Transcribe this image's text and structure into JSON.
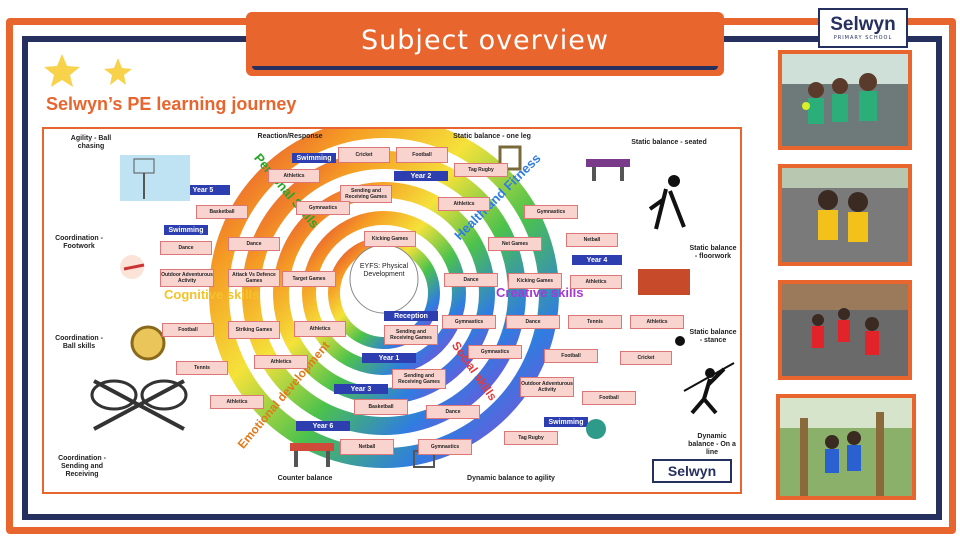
{
  "slide": {
    "title": "Subject overview",
    "subtitle": "Selwyn’s PE learning journey",
    "logo_text": "Selwyn",
    "logo_sub": "PRIMARY SCHOOL"
  },
  "diagram": {
    "center": "EYFS: Physical Development",
    "skills": [
      "Personal Skills",
      "Health and Fitness",
      "Cognitive skills",
      "Creative skills",
      "Emotional development",
      "Social skills"
    ],
    "years": [
      "Reception",
      "Year 1",
      "Year 2",
      "Year 3",
      "Year 4",
      "Year 5",
      "Year 6"
    ],
    "swimming": "Swimming",
    "corner_labels": [
      "Agility - Ball chasing",
      "Reaction/Response",
      "Static balance - one leg",
      "Static balance - seated",
      "Coordination - Footwork",
      "Static balance - floorwork",
      "Coordination - Ball skills",
      "Static balance - stance",
      "Coordination - Sending and Receiving",
      "Dynamic balance - On a line",
      "Counter balance",
      "Dynamic balance to agility"
    ],
    "activities": [
      "Cricket",
      "Football",
      "Athletics",
      "Sending and Receiving Games",
      "Tag Rugby",
      "Basketball",
      "Gymnastics",
      "Athletics",
      "Gymnastics",
      "Dance",
      "Dance",
      "Kicking Games",
      "Net Games",
      "Netball",
      "Outdoor Adventurous Activity",
      "Attack Vs Defence Games",
      "Target Games",
      "Dance",
      "Kicking Games",
      "Athletics",
      "Football",
      "Striking Games",
      "Athletics",
      "Gymnastics",
      "Dance",
      "Tennis",
      "Athletics",
      "Sending and Receiving Games",
      "Gymnastics",
      "Football",
      "Cricket",
      "Tennis",
      "Athletics",
      "Sending and Receiving Games",
      "Outdoor Adventurous Activity",
      "Football",
      "Athletics",
      "Basketball",
      "Dance",
      "Netball",
      "Gymnastics",
      "Tag Rugby"
    ],
    "logo_text": "Selwyn"
  },
  "colors": {
    "accent": "#e8652e",
    "navy": "#26305f"
  }
}
